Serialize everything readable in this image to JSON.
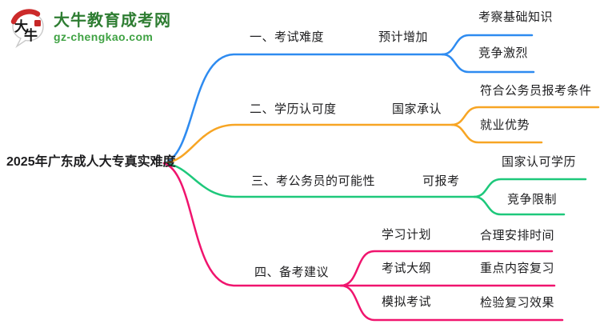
{
  "logo": {
    "mark_chars": "大牛",
    "site_name": "大牛教育成考网",
    "site_url": "gz-chengkao.com",
    "name_color": "#2e7d32",
    "url_color": "#3fa243",
    "mark_red": "#cc2b2b"
  },
  "root": {
    "label": "2025年广东成人大专真实难度"
  },
  "branches": [
    {
      "label": "一、考试难度",
      "sub": "预计增加",
      "color": "#2e8bf0",
      "leaves": [
        "考察基础知识",
        "竞争激烈"
      ]
    },
    {
      "label": "二、学历认可度",
      "sub": "国家承认",
      "color": "#f7a524",
      "leaves": [
        "符合公务员报考条件",
        "就业优势"
      ]
    },
    {
      "label": "三、考公务员的可能性",
      "sub": "可报考",
      "color": "#1ec87b",
      "leaves": [
        "国家认可学历",
        "竞争限制"
      ]
    },
    {
      "label": "四、备考建议",
      "color": "#f0146e",
      "children": [
        {
          "label": "学习计划",
          "leaf": "合理安排时间"
        },
        {
          "label": "考试大纲",
          "leaf": "重点内容复习"
        },
        {
          "label": "模拟考试",
          "leaf": "检验复习效果"
        }
      ]
    }
  ]
}
